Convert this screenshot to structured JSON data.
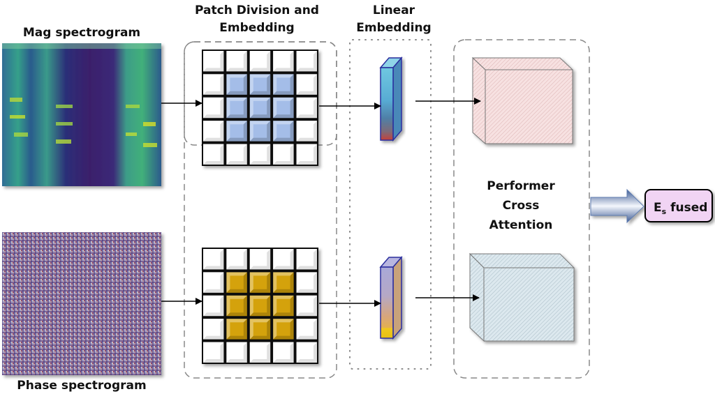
{
  "labels": {
    "mag": "Mag spectrogram",
    "phase": "Phase spectrogram",
    "patch_line1": "Patch Division and",
    "patch_line2": "Embedding",
    "linear_line1": "Linear",
    "linear_line2": "Embedding",
    "performer_line1": "Performer",
    "performer_line2": "Cross",
    "performer_line3": "Attention",
    "output_main": "E",
    "output_sub": "s",
    "output_rest": " fused"
  },
  "colors": {
    "mag_patch": "#a4bde8",
    "phase_patch": "#d4a20c",
    "mag_token_top": "#6fc3dc",
    "mag_token_bottom": "#c0403a",
    "phase_token_top": "#a7a7d6",
    "phase_token_bottom": "#f0c820",
    "mag_cube": "#f6dcdc",
    "phase_cube": "#d8e6ec",
    "output_box": "#f1d4f4",
    "output_arrow": "#5f7cb0"
  },
  "grid": {
    "rows": 5,
    "cols": 5,
    "highlight_rows": [
      1,
      3
    ],
    "highlight_cols": [
      1,
      3
    ]
  }
}
